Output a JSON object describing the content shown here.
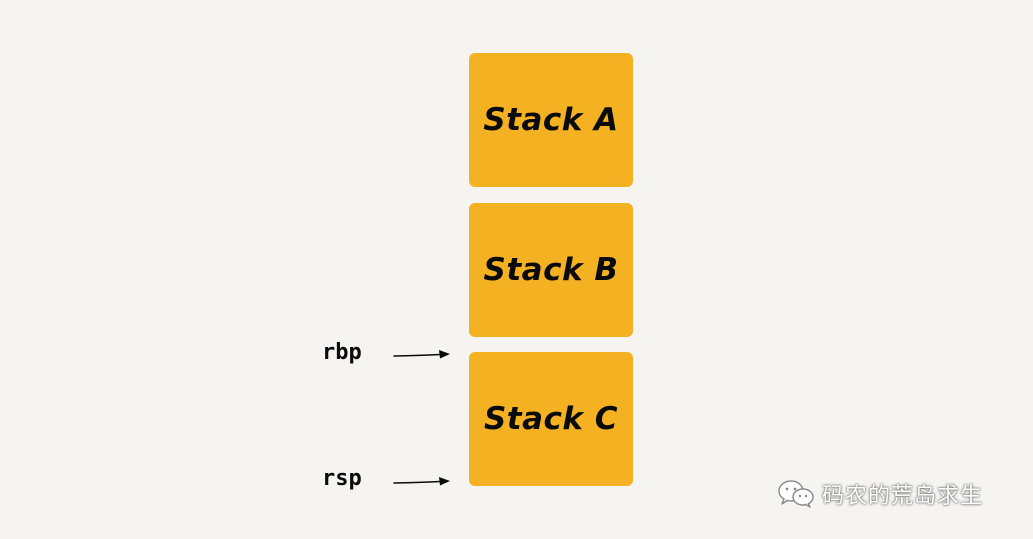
{
  "diagram": {
    "blocks": [
      {
        "id": "a",
        "label": "Stack A"
      },
      {
        "id": "b",
        "label": "Stack B"
      },
      {
        "id": "c",
        "label": "Stack C"
      }
    ],
    "pointers": [
      {
        "id": "rbp",
        "label": "rbp"
      },
      {
        "id": "rsp",
        "label": "rsp"
      }
    ]
  },
  "watermark": {
    "icon": "wechat-icon",
    "text": "码农的荒岛求生"
  },
  "colors": {
    "background": "#f5f4f1",
    "block_fill": "#f4b223",
    "text": "#0b0b0b",
    "watermark_text": "#ffffff"
  }
}
